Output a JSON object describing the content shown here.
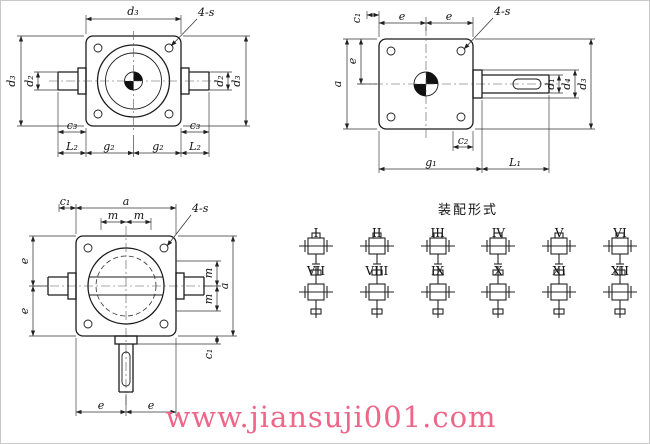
{
  "front_view": {
    "dim_top_width": "d₃",
    "bolt_label": "4-s",
    "dim_left_outer": "d₃",
    "dim_left_shaft": "d₂",
    "dim_right_shaft": "d₂",
    "dim_right_outer": "d₃",
    "dim_c_left": "c₃",
    "dim_c_right": "c₃",
    "chain": {
      "l_left": "L₂",
      "g_left": "g₂",
      "g_right": "g₂",
      "l_right": "L₂"
    }
  },
  "side_view": {
    "dim_c1": "c₁",
    "dim_e_top_left": "e",
    "dim_e_top_right": "e",
    "bolt_label": "4-s",
    "dim_a": "a",
    "dim_e_left": "e",
    "dim_d1": "d₁",
    "dim_d4": "d₄",
    "dim_d3": "d₃",
    "dim_c2": "c₂",
    "dim_g1": "g₁",
    "dim_l1": "L₁"
  },
  "bottom_view": {
    "dim_c1_top": "c₁",
    "dim_a_top": "a",
    "dim_m_top_left": "m",
    "dim_m_top_right": "m",
    "bolt_label": "4-s",
    "dim_e_left_upper": "e",
    "dim_e_left_lower": "e",
    "dim_m_right_upper": "m",
    "dim_m_right_lower": "m",
    "dim_a_right": "a",
    "dim_c1_bottom": "c₁",
    "dim_e_bottom_left": "e",
    "dim_e_bottom_right": "e"
  },
  "assembly": {
    "title": "装配形式",
    "row1": [
      "I",
      "II",
      "III",
      "IV",
      "V",
      "VI"
    ],
    "row2": [
      "VII",
      "VIII",
      "IX",
      "X",
      "XI",
      "XII"
    ]
  },
  "watermark": {
    "text": "www.jiansuji001.com",
    "color": "#ee6688"
  }
}
